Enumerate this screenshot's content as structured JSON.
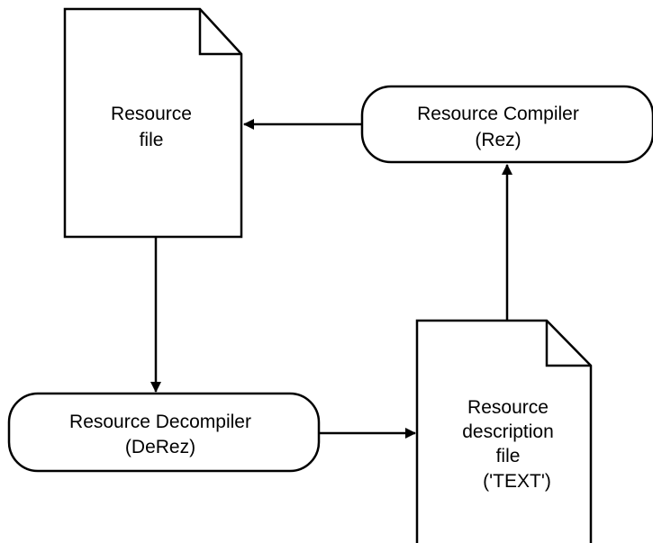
{
  "diagram": {
    "resource_file": {
      "line1": "Resource",
      "line2": "file"
    },
    "resource_compiler": {
      "line1": "Resource Compiler",
      "line2": "(Rez)"
    },
    "resource_decompiler": {
      "line1": "Resource Decompiler",
      "line2": "(DeRez)"
    },
    "resource_description_file": {
      "line1": "Resource",
      "line2": "description",
      "line3": "file",
      "line4": "('TEXT')"
    }
  },
  "colors": {
    "stroke": "#000000",
    "background": "#ffffff"
  }
}
